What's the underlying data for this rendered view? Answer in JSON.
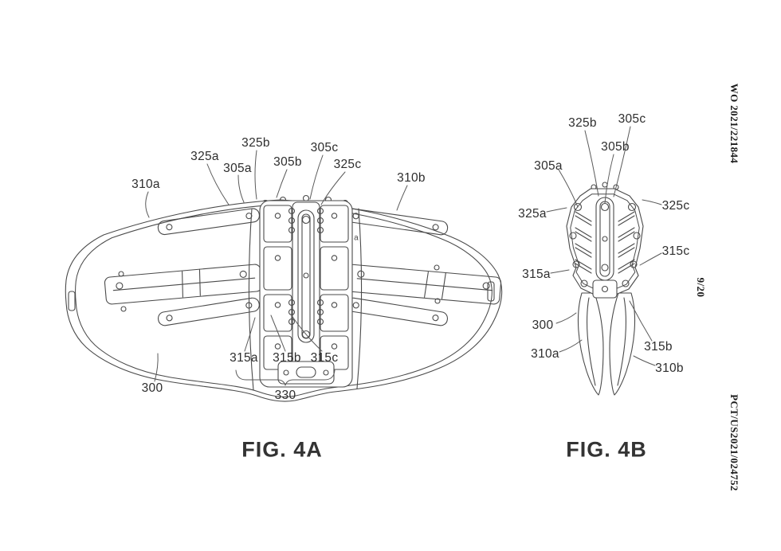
{
  "header": {
    "publication_number": "WO 2021/221844",
    "page_number": "9/20",
    "application_number": "PCT/US2021/024752"
  },
  "figures": [
    {
      "caption": "FIG. 4A",
      "labels": {
        "ref_310a": "310a",
        "ref_325a": "325a",
        "ref_305a": "305a",
        "ref_325b": "325b",
        "ref_305b": "305b",
        "ref_305c": "305c",
        "ref_325c": "325c",
        "ref_310b": "310b",
        "ref_a": "a",
        "ref_315a": "315a",
        "ref_315b": "315b",
        "ref_315c": "315c",
        "ref_300": "300",
        "ref_330": "330"
      }
    },
    {
      "caption": "FIG. 4B",
      "labels": {
        "ref_325b": "325b",
        "ref_305c": "305c",
        "ref_305b": "305b",
        "ref_305a": "305a",
        "ref_325a": "325a",
        "ref_325c": "325c",
        "ref_315c": "315c",
        "ref_315a": "315a",
        "ref_300": "300",
        "ref_310a": "310a",
        "ref_315b": "315b",
        "ref_310b": "310b"
      }
    }
  ]
}
